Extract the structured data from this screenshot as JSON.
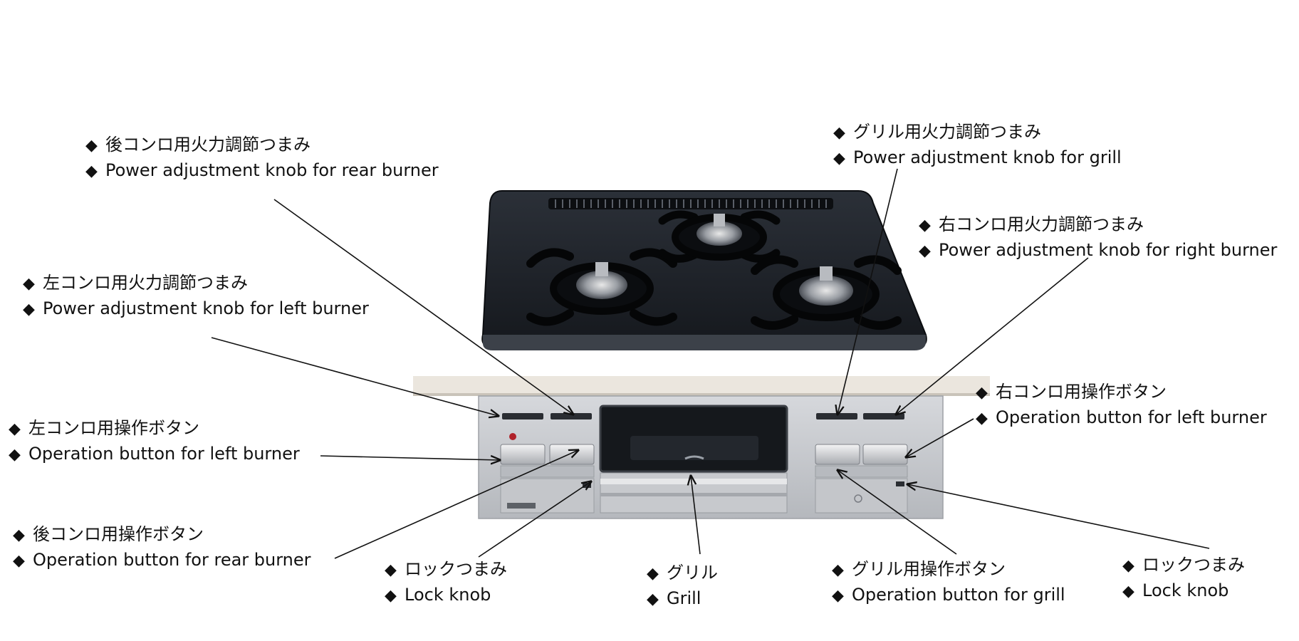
{
  "bullet": "◆",
  "labels": {
    "rear_knob": {
      "ja": "後コンロ用火力調節つまみ",
      "en": "Power adjustment knob for rear burner"
    },
    "grill_knob": {
      "ja": "グリル用火力調節つまみ",
      "en": "Power adjustment knob for grill"
    },
    "right_knob": {
      "ja": "右コンロ用火力調節つまみ",
      "en": "Power adjustment knob for right burner"
    },
    "left_knob": {
      "ja": "左コンロ用火力調節つまみ",
      "en": "Power adjustment knob for left burner"
    },
    "right_button": {
      "ja": "右コンロ用操作ボタン",
      "en": "Operation button for left burner"
    },
    "left_button": {
      "ja": "左コンロ用操作ボタン",
      "en": "Operation button for left burner"
    },
    "rear_button": {
      "ja": "後コンロ用操作ボタン",
      "en": "Operation button for rear burner"
    },
    "lock_left": {
      "ja": "ロックつまみ",
      "en": "Lock knob"
    },
    "grill": {
      "ja": "グリル",
      "en": "Grill"
    },
    "grill_button": {
      "ja": "グリル用操作ボタン",
      "en": "Operation button for grill"
    },
    "lock_right": {
      "ja": "ロックつまみ",
      "en": "Lock knob"
    }
  },
  "colors": {
    "cooktop": "#1d2128",
    "cooktop_edge": "#3a3f47",
    "panel": "#c9cbcf",
    "panel_dark": "#8d9096",
    "counter": "#e9e4dc",
    "arrow": "#111111"
  }
}
